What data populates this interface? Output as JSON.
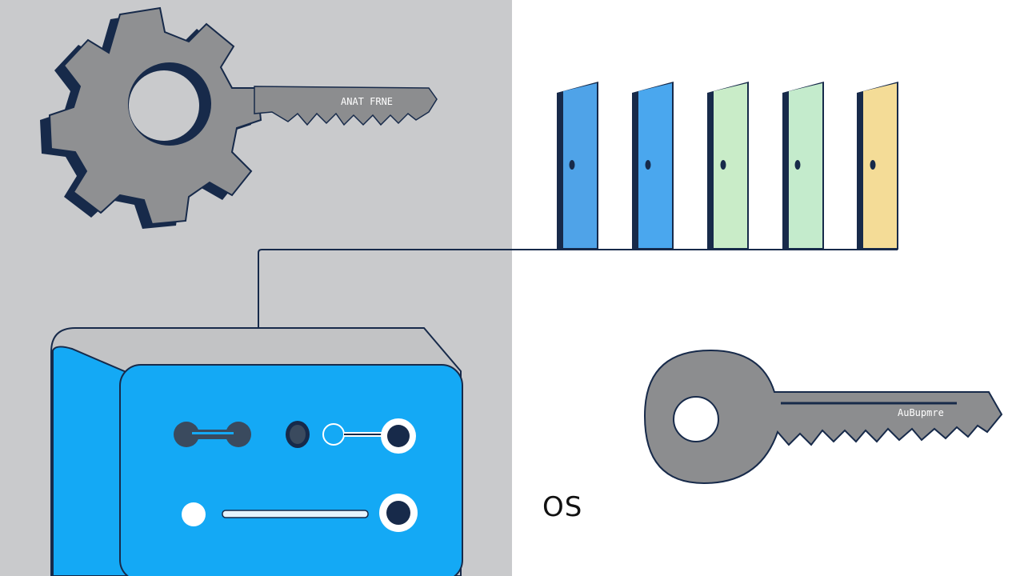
{
  "colors": {
    "left_bg": "#c9cacc",
    "right_bg": "#ffffff",
    "outline": "#172a4a",
    "gear": "#8f9092",
    "key": "#8c8d8f",
    "device_front": "#14a9f5",
    "device_top": "#c2c3c5",
    "door_blue": "#4fa3e8",
    "door_blue2": "#4aa7ee",
    "door_green": "#c9ecc8",
    "door_green2": "#c4ebcc",
    "door_yellow": "#f4dc97"
  },
  "icons": [
    "gear-icon",
    "key-icon",
    "door-icon",
    "device-icon"
  ],
  "gear_key": {
    "label": "ANAT FRNE"
  },
  "right_key": {
    "label": "AuBupmre"
  },
  "os_label": "OS",
  "doors": [
    {
      "name": "door-1",
      "color": "#4fa3e8"
    },
    {
      "name": "door-2",
      "color": "#4aa7ee"
    },
    {
      "name": "door-3",
      "color": "#c9ecc8"
    },
    {
      "name": "door-4",
      "color": "#c4ebcc"
    },
    {
      "name": "door-5",
      "color": "#f4dc97"
    }
  ]
}
